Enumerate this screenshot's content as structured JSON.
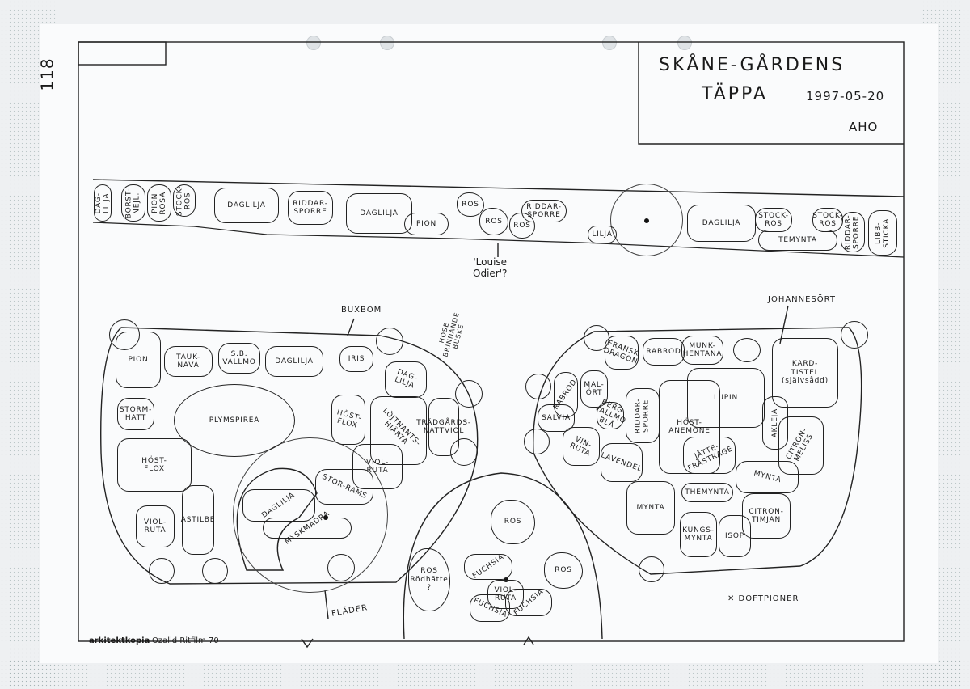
{
  "title_block": {
    "title_line1": "SKÅNE-GÅRDENS",
    "title_line2": "TÄPPA",
    "date": "1997-05-20",
    "author": "AHO"
  },
  "sheet_number": "118",
  "strip_plants": [
    "DAG-\nLILJA",
    "BORST-\nNEJL.",
    "PION\nROSA",
    "STOCK-\nROS",
    "DAGLILJA",
    "RIDDAR-\nSPORRE",
    "DAGLILJA",
    "PION",
    "ROS",
    "ROS",
    "ROS",
    "RIDDAR-\nSPORRE",
    "LILJA",
    "DAGLILJA",
    "STOCK-\nROS",
    "STOCK-\nROS",
    "TEMYNTA",
    "RIDDAR-\nSPORRE",
    "LIBB-\nSTICKA"
  ],
  "strip_note": "'Louise\nOdier'?",
  "left_bed": {
    "plants": [
      "PION",
      "TAUK-\nNÄVA",
      "S.B.\nVALLMO",
      "DAGLILJA",
      "IRIS",
      "DAG-\nLILJA",
      "STORM-\nHATT",
      "PLYMSPIREA",
      "HÖST-\nFLOX",
      "LÖJTNANTS-\nHJÄRTA",
      "TRÄDGÅRDS-\nNATTVIOL",
      "HÖST-\nFLOX",
      "VIOL-\nRUTA",
      "ASTILBE",
      "VIOL-\nRUTA",
      "DAGLILJA",
      "STOR-RAMS",
      "MYSKMADRA"
    ],
    "labels": {
      "buxbom": "BUXBOM",
      "bush": "HOSE\nBRINNANDE\nBUSKE",
      "flader": "FLÄDER"
    }
  },
  "center_bed": {
    "plants": [
      "ROS",
      "ROS\n'Rödhätte'\n?",
      "FUCHSIA",
      "ROS",
      "VIOL-\nRUTA",
      "FUCHSIA",
      "FUCHSIA"
    ]
  },
  "right_bed": {
    "plants": [
      "FRANSK\nDRAGON",
      "RABROD",
      "MUNK-\nHENTANA",
      "KARD-\nTISTEL\n(självsådd)",
      "RABROD",
      "MAL-\nÖRT",
      "LUPIN",
      "SALVIA",
      "BERG-\nVALLMO\nBLÅ",
      "RIDDAR-\nSPORRE",
      "HÖST-\nANEMONE",
      "AKLEJA",
      "CITRON-\nMELISS",
      "VIN-\nRUTA",
      "LAVENDEL",
      "JÄTTE-\nFRÄSTRAGE",
      "MYNTA",
      "THEMYNTA",
      "MYNTA",
      "CITRON-\nTIMJAN",
      "KUNGS-\nMYNTA",
      "ISOP"
    ],
    "labels": {
      "johannesort": "JOHANNESÖRT",
      "doftpioner": "✕ DOFTPIONER"
    }
  },
  "footer": {
    "brand": "arkitektkopia",
    "product": "Ozalid Ritfilm 70"
  }
}
